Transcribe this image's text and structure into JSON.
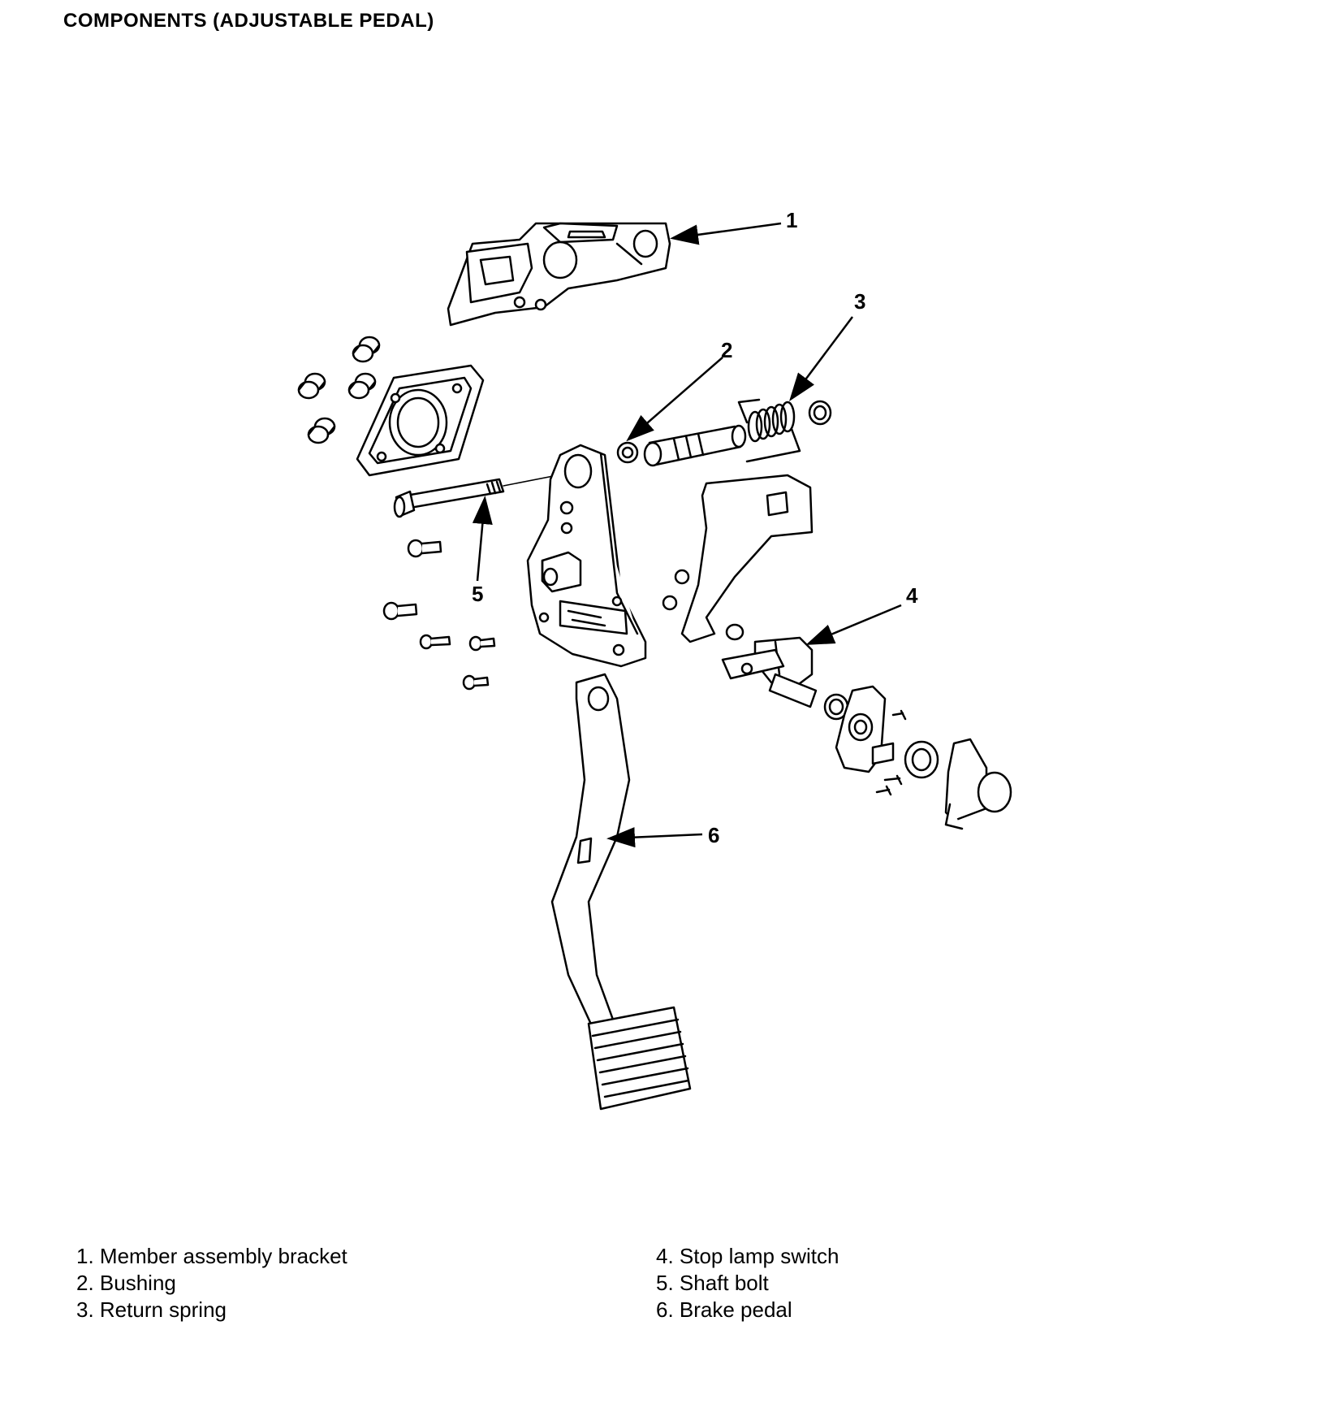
{
  "page": {
    "title": "COMPONENTS (ADJUSTABLE PEDAL)"
  },
  "callouts": [
    "1",
    "2",
    "3",
    "4",
    "5",
    "6"
  ],
  "legend": {
    "left": [
      "1. Member assembly bracket",
      "2. Bushing",
      "3. Return spring"
    ],
    "right": [
      "4. Stop lamp switch",
      "5. Shaft bolt",
      "6. Brake pedal"
    ]
  }
}
